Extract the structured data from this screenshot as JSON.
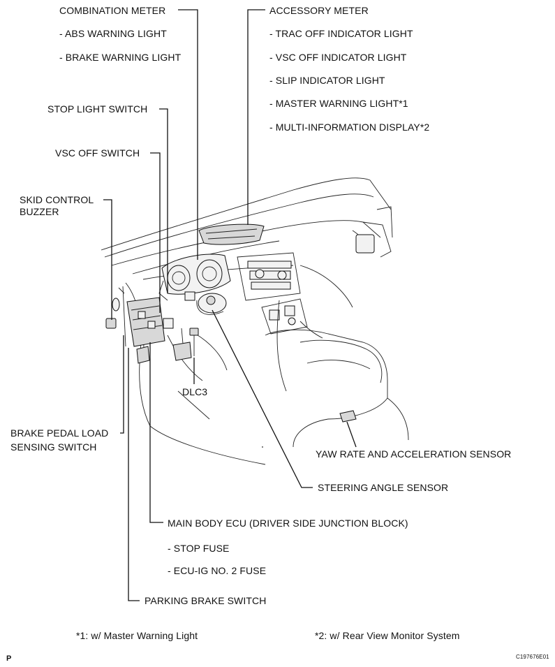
{
  "labels": {
    "combination_meter": "COMBINATION METER",
    "abs_warning": "- ABS WARNING LIGHT",
    "brake_warning": "- BRAKE WARNING LIGHT",
    "accessory_meter": "ACCESSORY METER",
    "trac_off": "- TRAC OFF INDICATOR LIGHT",
    "vsc_off_indicator": "- VSC OFF INDICATOR LIGHT",
    "slip_indicator": "- SLIP INDICATOR LIGHT",
    "master_warning": "- MASTER WARNING LIGHT*1",
    "multi_info": "- MULTI-INFORMATION DISPLAY*2",
    "stop_light_switch": "STOP LIGHT SWITCH",
    "vsc_off_switch": "VSC OFF SWITCH",
    "skid_control_1": "SKID CONTROL",
    "skid_control_2": "BUZZER",
    "dlc3": "DLC3",
    "brake_pedal_1": "BRAKE PEDAL LOAD",
    "brake_pedal_2": "SENSING SWITCH",
    "yaw_rate": "YAW RATE AND ACCELERATION SENSOR",
    "steering_angle": "STEERING ANGLE SENSOR",
    "main_body_ecu": "MAIN BODY ECU (DRIVER SIDE JUNCTION BLOCK)",
    "stop_fuse": "- STOP FUSE",
    "ecu_ig": "- ECU-IG NO. 2 FUSE",
    "parking_brake": "PARKING BRAKE SWITCH"
  },
  "footnotes": {
    "note1": "*1: w/ Master Warning Light",
    "note2": "*2: w/ Rear View Monitor System"
  },
  "corner": {
    "left": "P",
    "right": "C197676E01"
  }
}
